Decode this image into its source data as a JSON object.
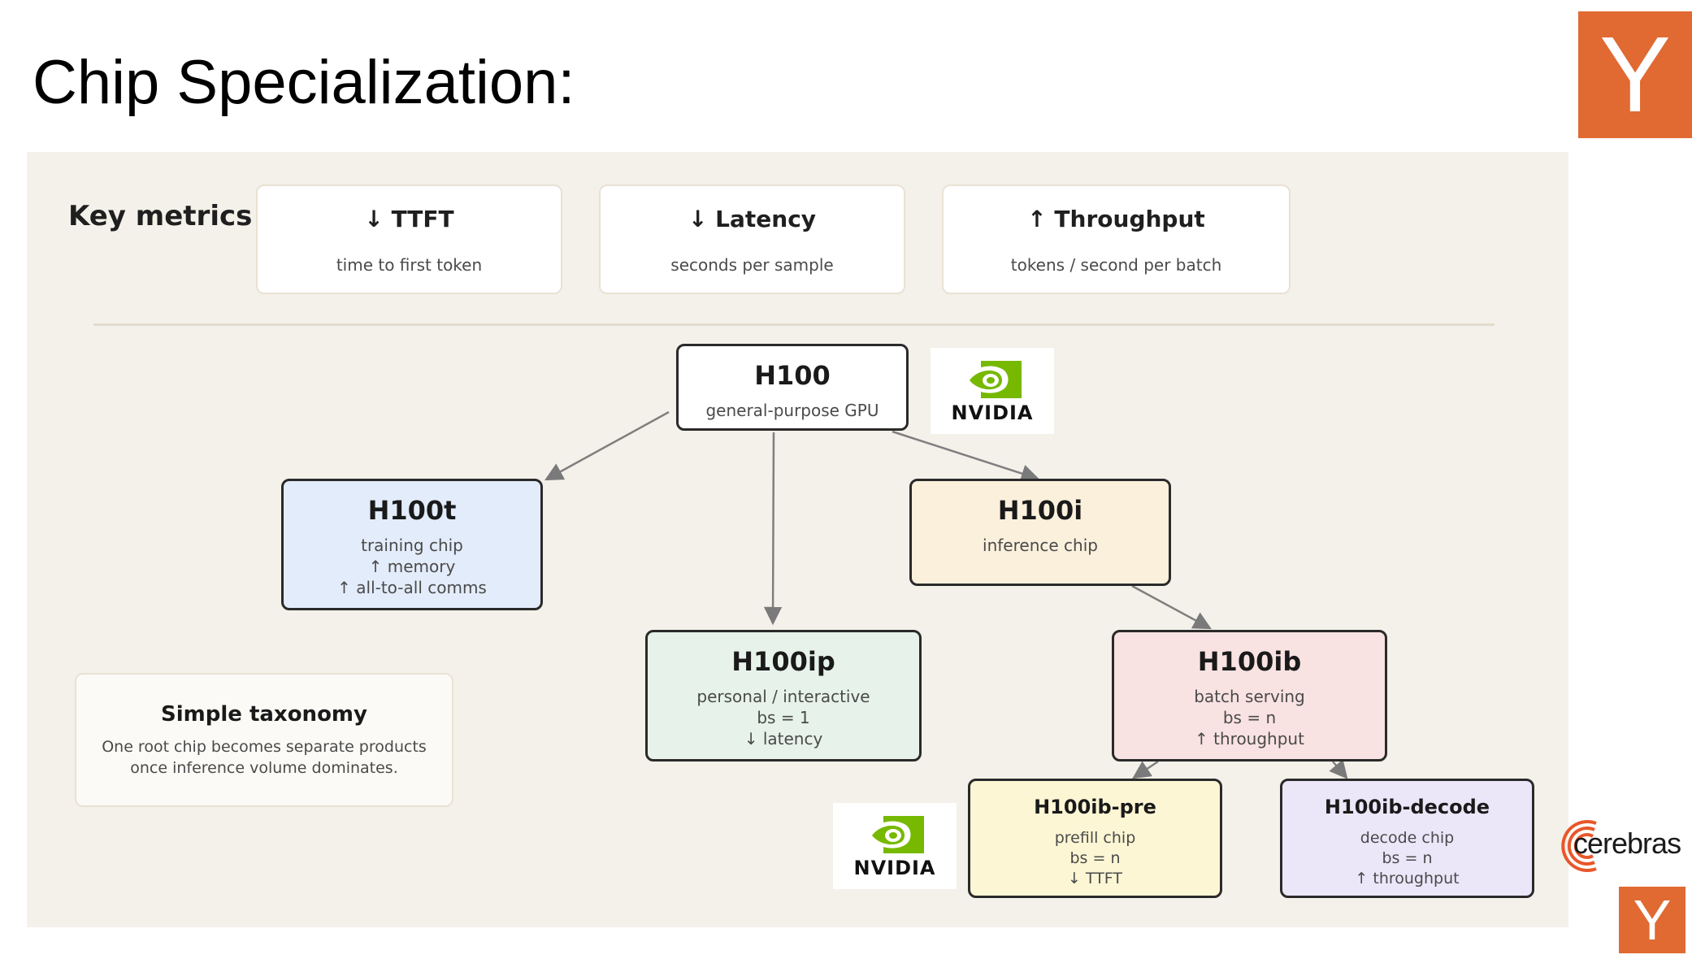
{
  "slide": {
    "title": "Chip Specialization:"
  },
  "metrics": {
    "heading": "Key metrics",
    "items": [
      {
        "name": "↓ TTFT",
        "desc": "time to first token"
      },
      {
        "name": "↓ Latency",
        "desc": "seconds per sample"
      },
      {
        "name": "↑ Throughput",
        "desc": "tokens / second per batch"
      }
    ]
  },
  "nodes": {
    "h100": {
      "title": "H100",
      "lines": [
        "general-purpose GPU"
      ]
    },
    "h100t": {
      "title": "H100t",
      "lines": [
        "training chip",
        "↑ memory",
        "↑ all-to-all comms"
      ]
    },
    "h100i": {
      "title": "H100i",
      "lines": [
        "inference chip"
      ]
    },
    "h100ip": {
      "title": "H100ip",
      "lines": [
        "personal / interactive",
        "bs = 1",
        "↓ latency"
      ]
    },
    "h100ib": {
      "title": "H100ib",
      "lines": [
        "batch serving",
        "bs = n",
        "↑ throughput"
      ]
    },
    "h100ib_pre": {
      "title": "H100ib-pre",
      "lines": [
        "prefill chip",
        "bs = n",
        "↓ TTFT"
      ]
    },
    "h100ib_decode": {
      "title": "H100ib-decode",
      "lines": [
        "decode chip",
        "bs = n",
        "↑ throughput"
      ]
    }
  },
  "taxonomy": {
    "title": "Simple taxonomy",
    "lines": [
      "One root chip becomes separate products",
      "once inference volume dominates."
    ]
  },
  "logos": {
    "yc_letter": "Y",
    "nvidia_text": "NVIDIA",
    "cerebras_text": "cerebras"
  },
  "colors": {
    "panel": "#f4f1ea",
    "yc_orange": "#e06a32",
    "nvidia_green": "#76b900",
    "cerebras_orange": "#e8572a",
    "h100": "#ffffff",
    "h100t": "#e3ecfa",
    "h100i": "#fbf0dc",
    "h100ip": "#e6f2ea",
    "h100ib": "#f9e2e2",
    "h100ib_pre": "#fdf6d4",
    "h100ib_decode": "#ece6f9"
  }
}
